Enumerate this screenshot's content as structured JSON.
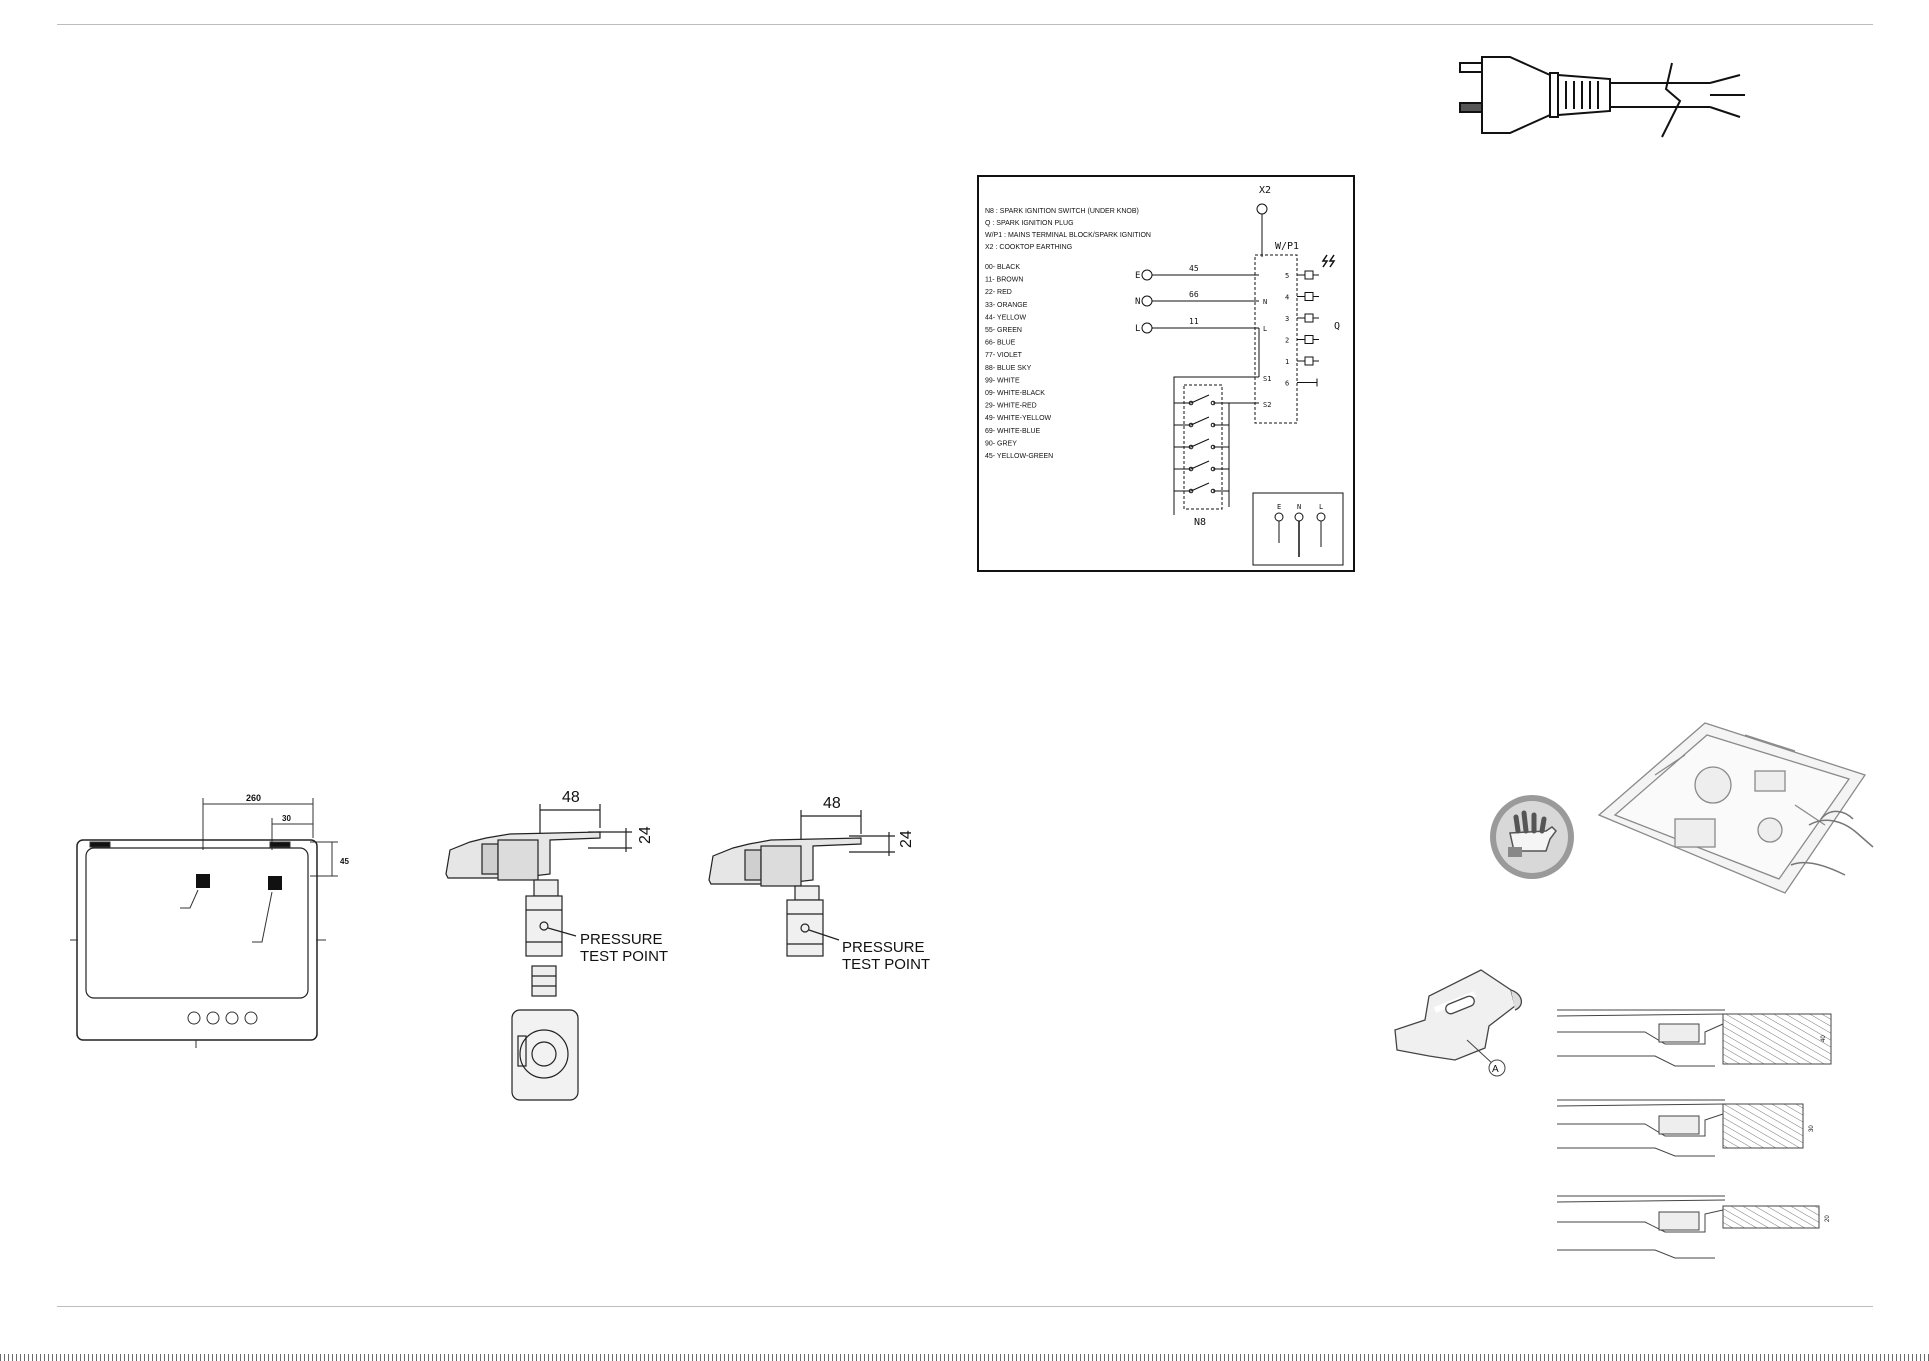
{
  "page": {
    "background": "#ffffff",
    "rule_color": "#bdbdbd",
    "ink": "#111111"
  },
  "wiring_diagram": {
    "legend": [
      "N8  : SPARK IGNITION SWITCH (UNDER KNOB)",
      "Q   : SPARK IGNITION PLUG",
      "W/P1  : MAINS TERMINAL BLOCK/SPARK IGNITION",
      "X2  : COOKTOP EARTHING"
    ],
    "colour_codes": [
      "00- BLACK",
      "11- BROWN",
      "22- RED",
      "33- ORANGE",
      "44- YELLOW",
      "55- GREEN",
      "66- BLUE",
      "77- VIOLET",
      "88- BLUE SKY",
      "99- WHITE",
      "09- WHITE-BLACK",
      "29- WHITE-RED",
      "49- WHITE-YELLOW",
      "69- WHITE-BLUE",
      "90- GREY",
      "45- YELLOW-GREEN"
    ],
    "labels": {
      "x2": "X2",
      "wp1": "W/P1",
      "n8": "N8",
      "q": "Q",
      "e": "E",
      "n": "N",
      "l": "L",
      "w45": "45",
      "w66": "66",
      "w11": "11",
      "s1": "S1",
      "s2": "S2",
      "t_n": "N",
      "t_l": "L",
      "terminals": [
        "5",
        "4",
        "3",
        "2",
        "1",
        "6"
      ],
      "box_e": "E",
      "box_n": "N",
      "box_l": "L"
    }
  },
  "cutout_drawing": {
    "dim_total": "260",
    "dim_offset": "30",
    "dim_height": "45"
  },
  "gas_connection_1": {
    "dim_width": "48",
    "dim_height": "24",
    "label_line1": "PRESSURE",
    "label_line2": "TEST POINT"
  },
  "gas_connection_2": {
    "dim_width": "48",
    "dim_height": "24",
    "label_line1": "PRESSURE",
    "label_line2": "TEST POINT"
  },
  "clamp_drawing": {
    "label_a": "A",
    "dims": [
      "40",
      "30",
      "20"
    ]
  },
  "icons": [
    "plug-cable-icon",
    "glove-icon",
    "hob-installation-icon",
    "fixing-clamp-icon"
  ]
}
